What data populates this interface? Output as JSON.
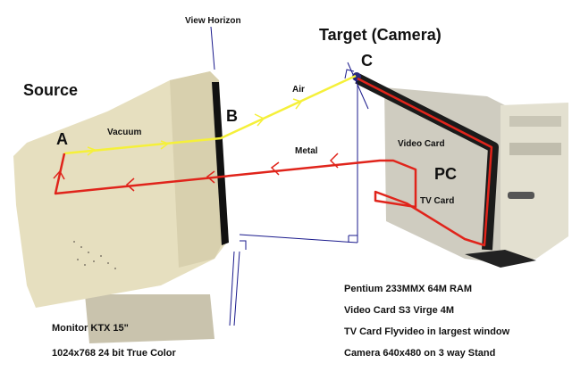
{
  "labels": {
    "view_horizon": "View Horizon",
    "target": "Target (Camera)",
    "source": "Source",
    "point_a": "A",
    "point_b": "B",
    "point_c": "C",
    "vacuum": "Vacuum",
    "air": "Air",
    "metal": "Metal",
    "video_card": "Video Card",
    "pc": "PC",
    "tv_card": "TV Card"
  },
  "monitor_specs": [
    "Monitor KTX 15\"",
    "1024x768 24 bit True Color"
  ],
  "pc_specs": [
    "Pentium 233MMX 64M RAM",
    "Video Card S3 Virge 4M",
    "TV Card Flyvideo in largest window",
    "Camera 640x480 on 3 way Stand"
  ],
  "colors": {
    "signal_out": "#f5f03a",
    "signal_back": "#e0241b",
    "geometry": "#1a1a8c",
    "monitor": "#e6dfbf",
    "pc": "#d4d2c6"
  }
}
